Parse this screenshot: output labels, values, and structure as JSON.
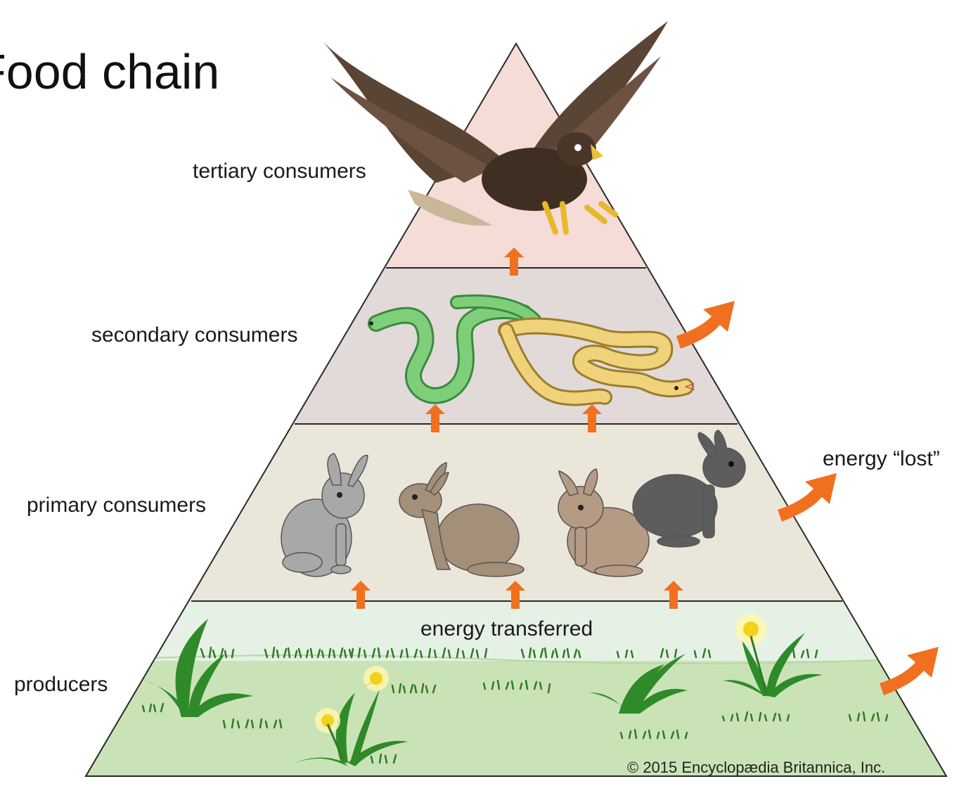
{
  "title": "Food chain",
  "levels": [
    {
      "label": "tertiary consumers",
      "organism": "eagle"
    },
    {
      "label": "secondary consumers",
      "organism": "snakes"
    },
    {
      "label": "primary consumers",
      "organism": "rabbits"
    },
    {
      "label": "producers",
      "organism": "grass-and-dandelions"
    }
  ],
  "energy_transferred_label": "energy transferred",
  "energy_lost_label": "energy “lost”",
  "credit": "© 2015 Encyclopædia Britannica, Inc.",
  "colors": {
    "tier_top": "#f5dcd6",
    "tier_secondary": "#e2d9d9",
    "tier_primary": "#ebe6da",
    "tier_producers_sky": "#e5f1e5",
    "tier_producers_ground": "#c9e3b6",
    "arrow": "#f0701f",
    "outline": "#2a2a2a"
  }
}
